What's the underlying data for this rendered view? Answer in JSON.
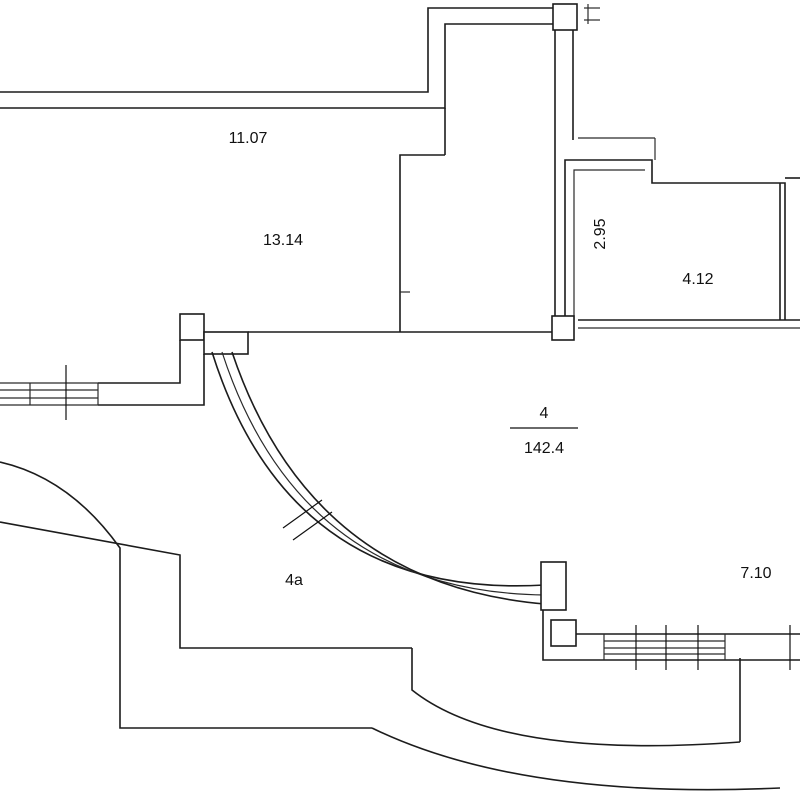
{
  "rooms": {
    "room_11_07": "11.07",
    "room_13_14": "13.14",
    "room_2_95": "2.95",
    "room_4_12": "4.12",
    "room_4_number": "4",
    "room_4_area": "142.4",
    "room_4a": "4а",
    "room_7_10": "7.10"
  },
  "colors": {
    "line": "#1c1c1c",
    "background": "#ffffff"
  }
}
